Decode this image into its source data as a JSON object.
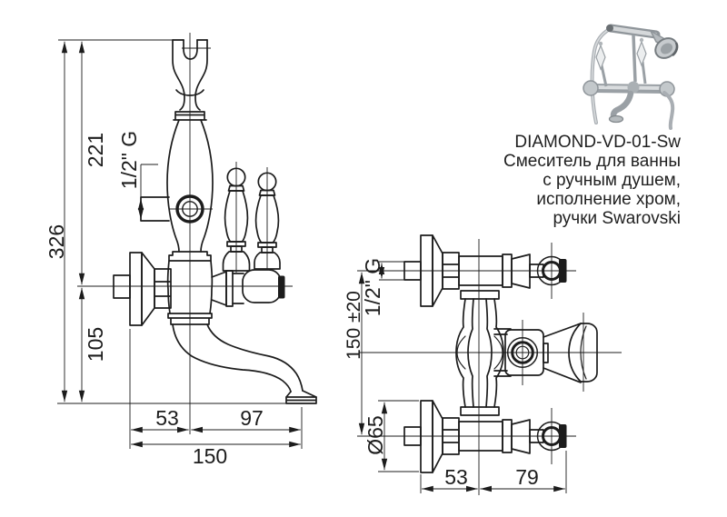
{
  "annotation": {
    "model_code": "DIAMOND-VD-01-Sw",
    "lines": [
      "Смеситель для ванны",
      "с ручным душем,",
      "исполнение хром,",
      "ручки Swarovski"
    ]
  },
  "front_view": {
    "total_height": "326",
    "upper_height": "221",
    "lower_height": "105",
    "thread": "1/2\" G",
    "spout_left": "53",
    "spout_right": "97",
    "total_width": "150"
  },
  "top_view": {
    "centers_distance": "150 ±20",
    "thread": "1/2\" G",
    "flange_diameter": "Ø65",
    "left_offset": "53",
    "right_offset": "79"
  },
  "colors": {
    "line": "#1c1c1c",
    "background": "#ffffff"
  }
}
